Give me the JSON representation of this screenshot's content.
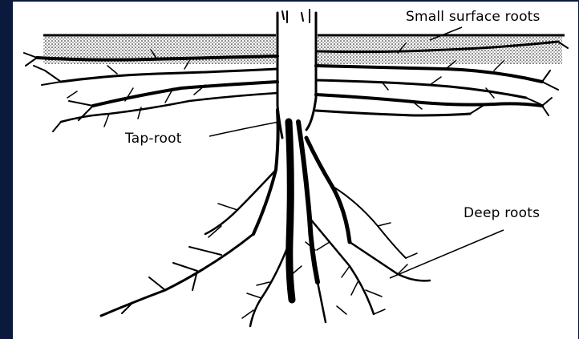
{
  "labels": {
    "surface": "Small surface roots",
    "taproot": "Tap-root",
    "deep": "Deep roots"
  },
  "colors": {
    "background": "#0b1a3c",
    "panel": "#ffffff",
    "ink": "#000000"
  }
}
